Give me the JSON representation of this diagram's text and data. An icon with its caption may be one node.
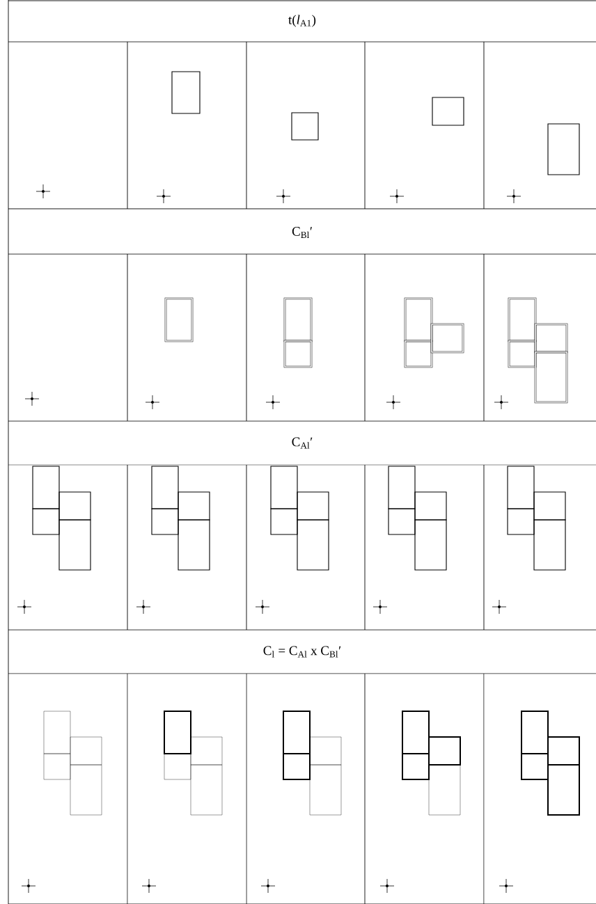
{
  "diagram": {
    "nodes": [
      {
        "text": [
          "t(*l*$_{A1}$)"
        ]
      },
      {
        "text": [
          "C$_{Bl}$′"
        ]
      },
      {
        "text": [
          "C$_{Al}$′"
        ]
      },
      {
        "text": [
          "C$_{l}$ = C$_{Al}$ x  C$_{Bl}$′"
        ]
      }
    ]
  }
}
